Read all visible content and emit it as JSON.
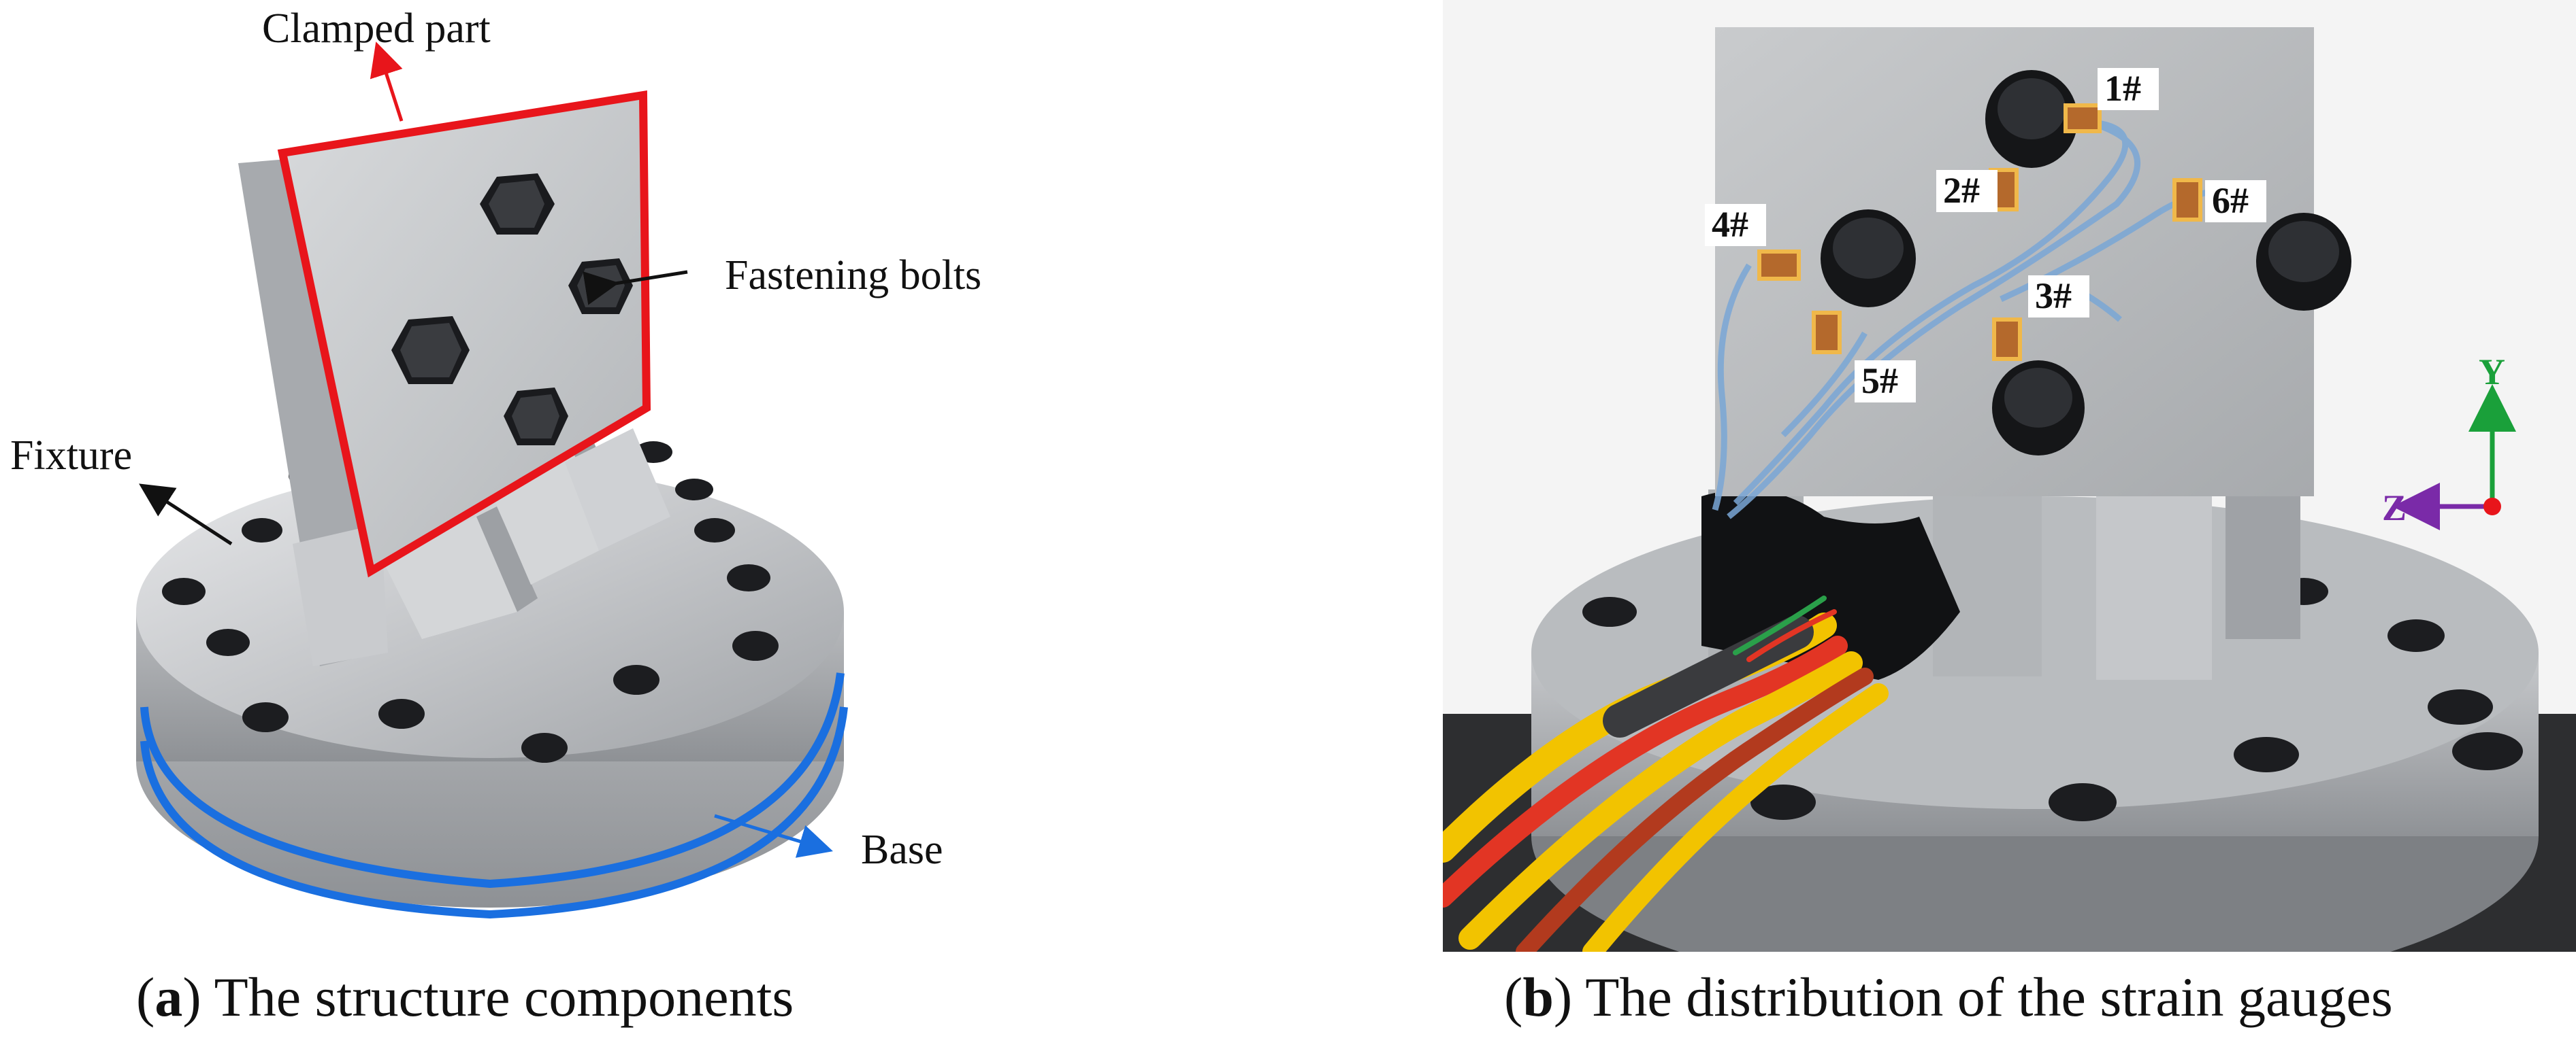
{
  "panel_a": {
    "labels": {
      "clamped_part": "Clamped part",
      "fastening_bolts": "Fastening bolts",
      "fixture": "Fixture",
      "base": "Base"
    },
    "caption": {
      "letter": "a",
      "text": " The structure components"
    }
  },
  "panel_b": {
    "gauges": [
      "1#",
      "2#",
      "3#",
      "4#",
      "5#",
      "6#"
    ],
    "axes": {
      "y": "Y",
      "z": "Z"
    },
    "caption": {
      "letter": "b",
      "text": " The distribution of the strain gauges"
    }
  },
  "colors": {
    "clamped_outline": "#e8151b",
    "base_outline": "#1a6fe0",
    "gauge_box": "#f0b84a",
    "axis_y": "#1aa03a",
    "axis_z": "#7a2aa8",
    "origin": "#e8151b"
  }
}
